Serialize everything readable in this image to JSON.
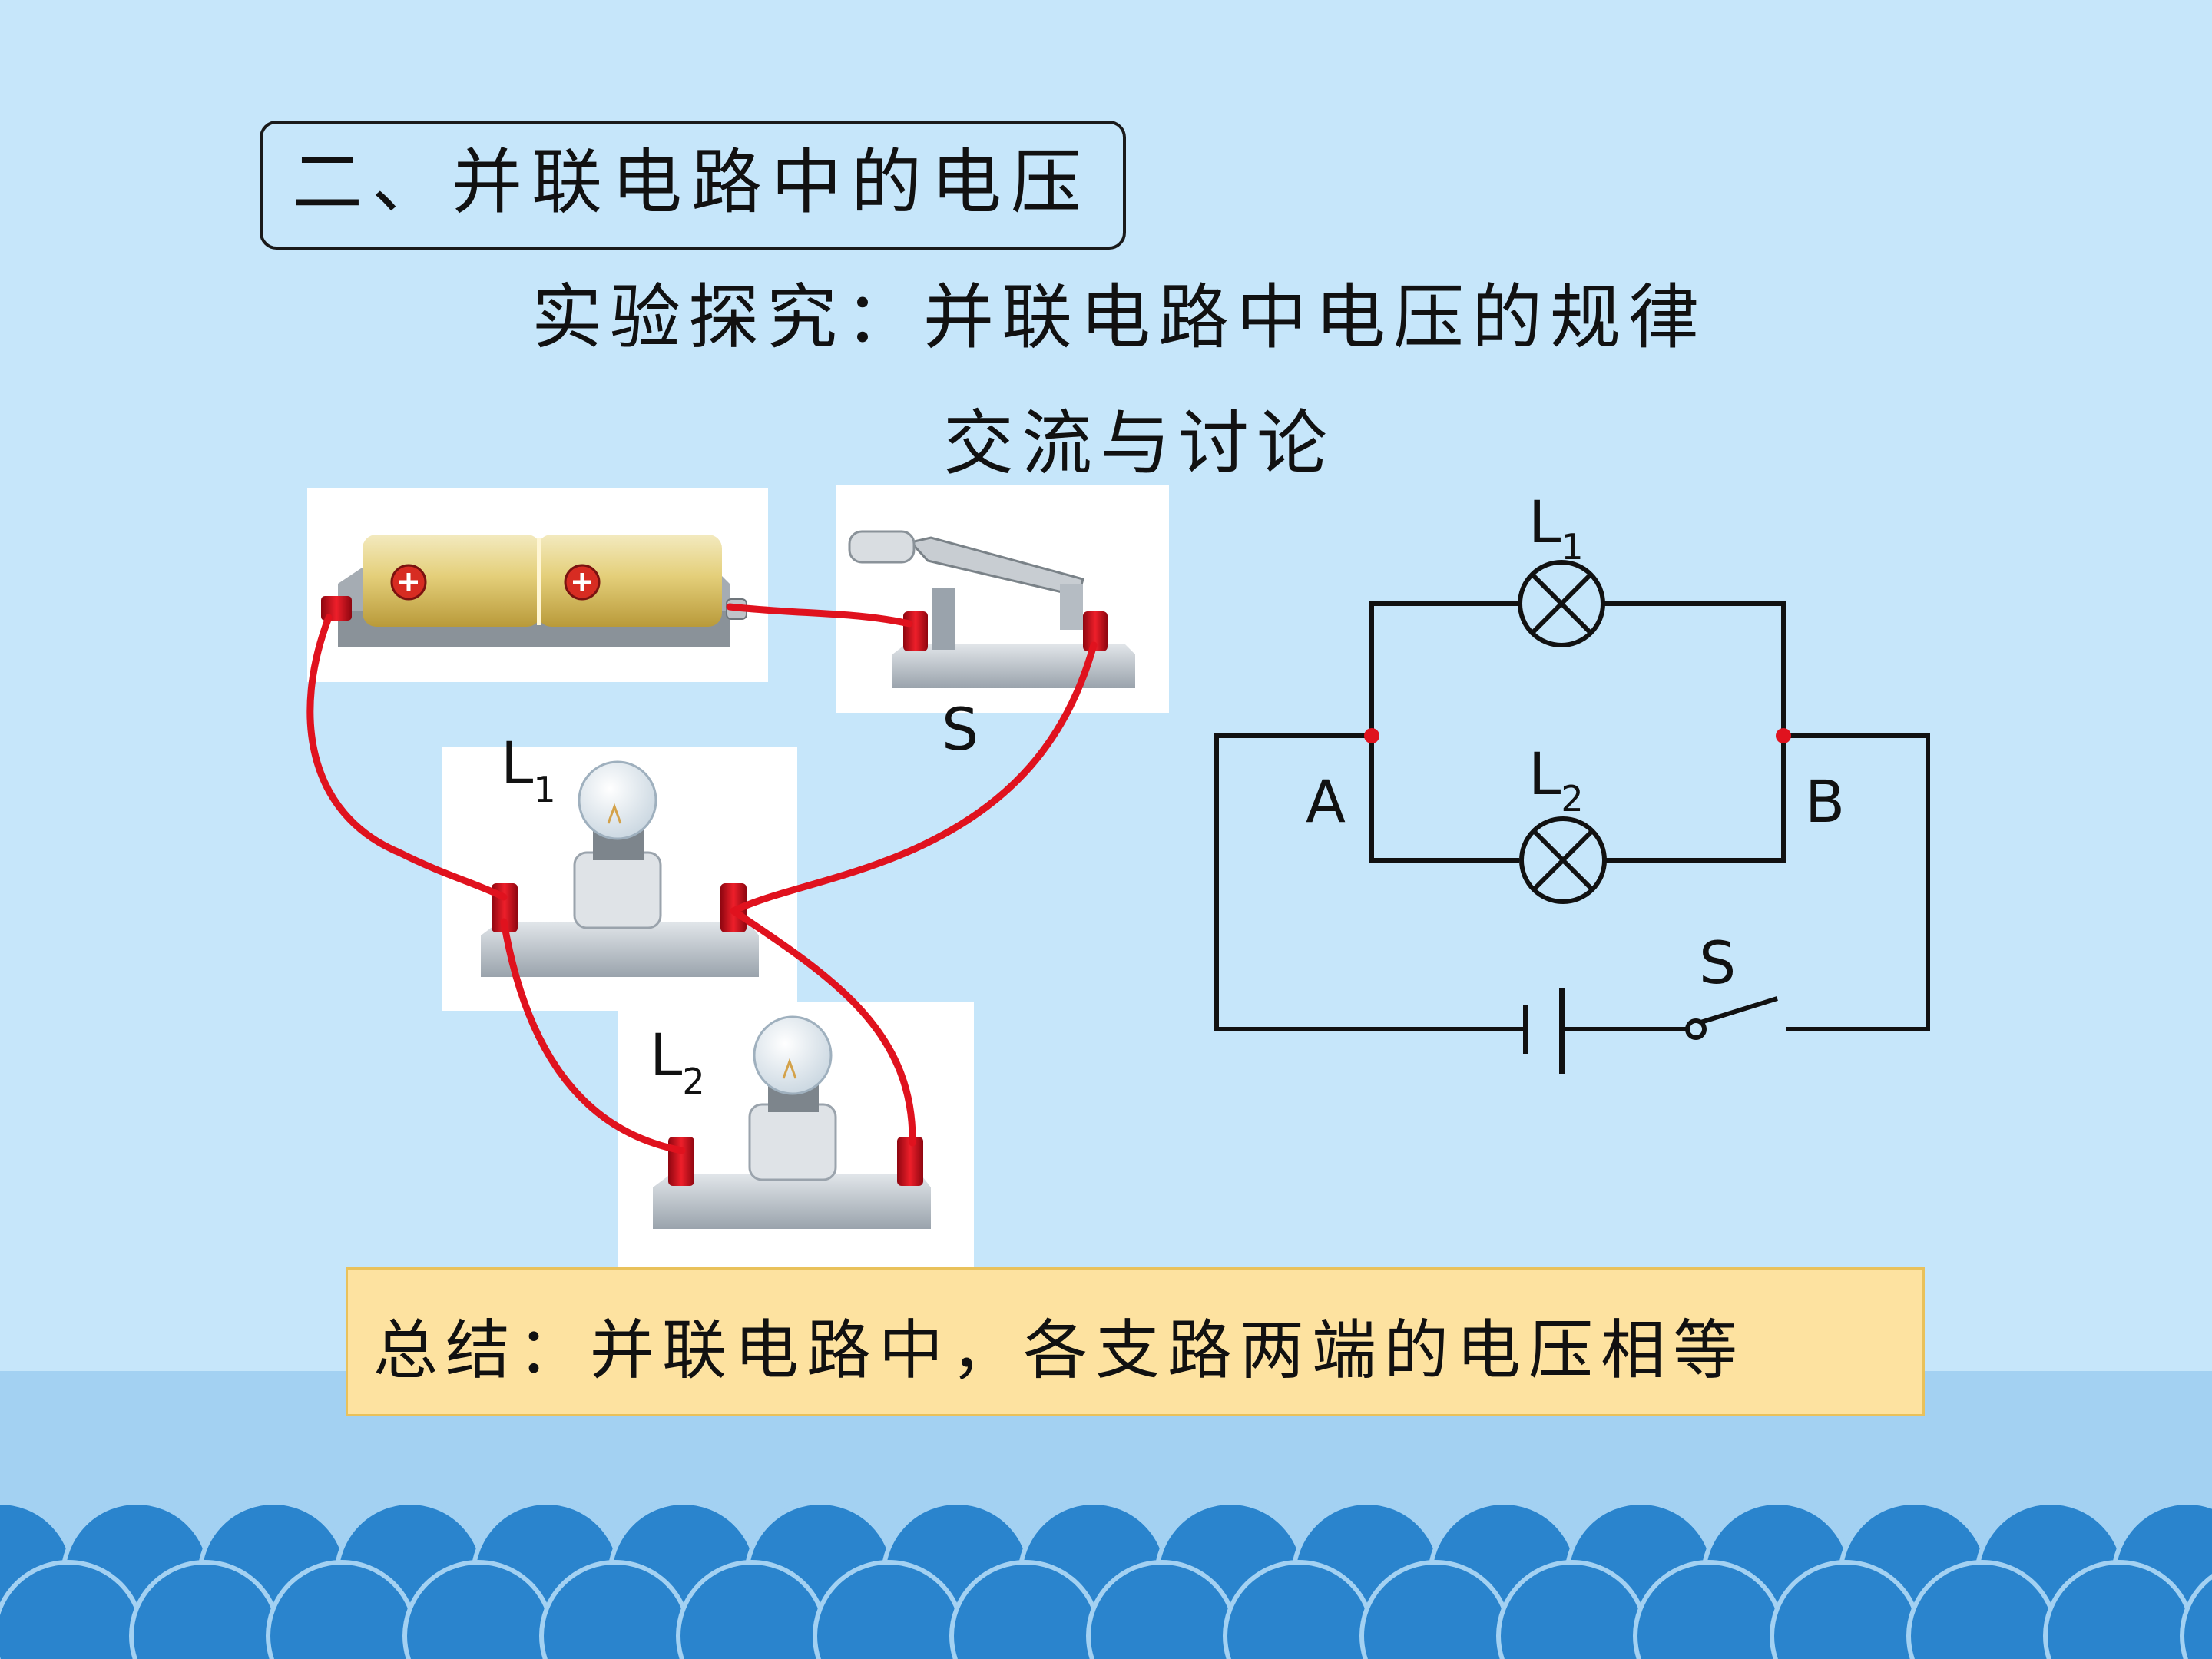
{
  "section_title": "二、并联电路中的电压",
  "subtitle": "实验探究：并联电路中电压的规律",
  "discussion": "交流与讨论",
  "summary": "总结：并联电路中，各支路两端的电压相等",
  "apparatus": {
    "switch_label": "S",
    "lamp1_label": "L",
    "lamp1_sub": "1",
    "lamp2_label": "L",
    "lamp2_sub": "2"
  },
  "schematic": {
    "lamp1_label": "L",
    "lamp1_sub": "1",
    "lamp2_label": "L",
    "lamp2_sub": "2",
    "node_a": "A",
    "node_b": "B",
    "switch_label": "S"
  },
  "colors": {
    "background": "#c6e6fa",
    "wave": "#2a84cd",
    "wire_red": "#e0121e",
    "summary_fill": "#fde2a0"
  },
  "icons": [
    "battery-icon",
    "knife-switch-icon",
    "bulb-icon",
    "lamp-symbol-icon",
    "cell-symbol-icon",
    "switch-symbol-icon"
  ]
}
